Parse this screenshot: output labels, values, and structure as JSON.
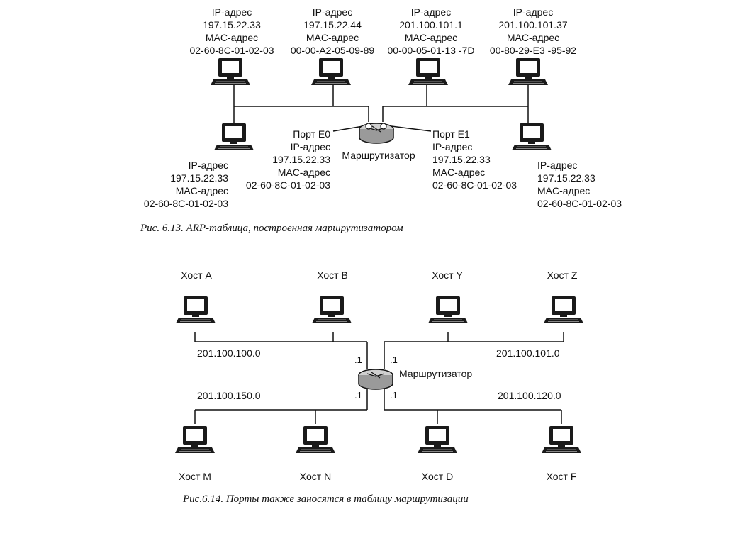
{
  "fig13": {
    "caption": "Рис. 6.13. ARP-таблица, построенная маршрутизатором",
    "router_label": "Маршрутизатор",
    "top_hosts": [
      {
        "ip_label": "IP-адрес",
        "ip": "197.15.22.33",
        "mac_label": "MAC-адрес",
        "mac": "02-60-8C-01-02-03"
      },
      {
        "ip_label": "IP-адрес",
        "ip": "197.15.22.44",
        "mac_label": "MAC-адрес",
        "mac": "00-00-A2-05-09-89"
      },
      {
        "ip_label": "IP-адрес",
        "ip": "201.100.101.1",
        "mac_label": "MAC-адрес",
        "mac": "00-00-05-01-13 -7D"
      },
      {
        "ip_label": "IP-адрес",
        "ip": "201.100.101.37",
        "mac_label": "MAC-адрес",
        "mac": "00-80-29-E3 -95-92"
      }
    ],
    "bottom_left_host": {
      "ip_label": "IP-адрес",
      "ip": "197.15.22.33",
      "mac_label": "MAC-адрес",
      "mac": "02-60-8C-01-02-03"
    },
    "bottom_right_host": {
      "ip_label": "IP-адрес",
      "ip": "197.15.22.33",
      "mac_label": "MAC-адрес",
      "mac": "02-60-8C-01-02-03"
    },
    "port_e0": {
      "port": "Порт E0",
      "ip_label": "IP-адрес",
      "ip": "197.15.22.33",
      "mac_label": "MAC-адрес",
      "mac": "02-60-8C-01-02-03"
    },
    "port_e1": {
      "port": "Порт E1",
      "ip_label": "IP-адрес",
      "ip": "197.15.22.33",
      "mac_label": "MAC-адрес",
      "mac": "02-60-8C-01-02-03"
    }
  },
  "fig14": {
    "caption": "Рис.6.14. Порты также заносятся в таблицу маршрутизации",
    "router_label": "Маршрутизатор",
    "top_hosts": [
      "Хост A",
      "Хост B",
      "Хост Y",
      "Хост Z"
    ],
    "bottom_hosts": [
      "Хост M",
      "Хост N",
      "Хост D",
      "Хост F"
    ],
    "networks": [
      "201.100.100.0",
      "201.100.101.0",
      "201.100.150.0",
      "201.100.120.0"
    ],
    "port_suffix": ".1"
  }
}
